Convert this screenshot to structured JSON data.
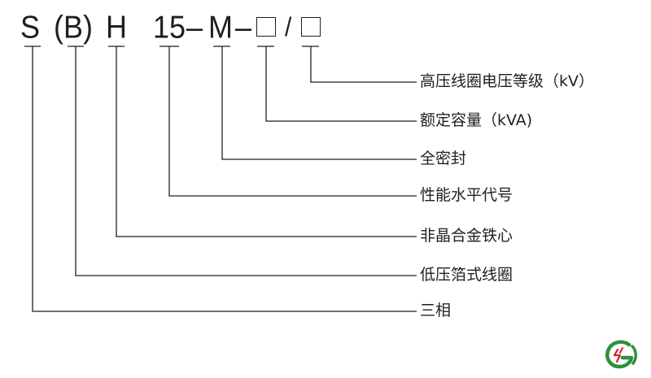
{
  "model_code": {
    "s": "S",
    "b": "(B)",
    "h": "H",
    "level": "15",
    "dash1": "–",
    "m": "M",
    "dash2": "–",
    "slash": "/"
  },
  "legend": {
    "items": [
      "高压线圈电压等级（kV）",
      "额定容量（kVA)",
      "全密封",
      "性能水平代号",
      "非晶合金铁心",
      "低压箔式线圈",
      "三相"
    ]
  },
  "colors": {
    "line": "#1f1f1f",
    "logo_green": "#2f8f3a",
    "logo_red": "#d2232a"
  }
}
